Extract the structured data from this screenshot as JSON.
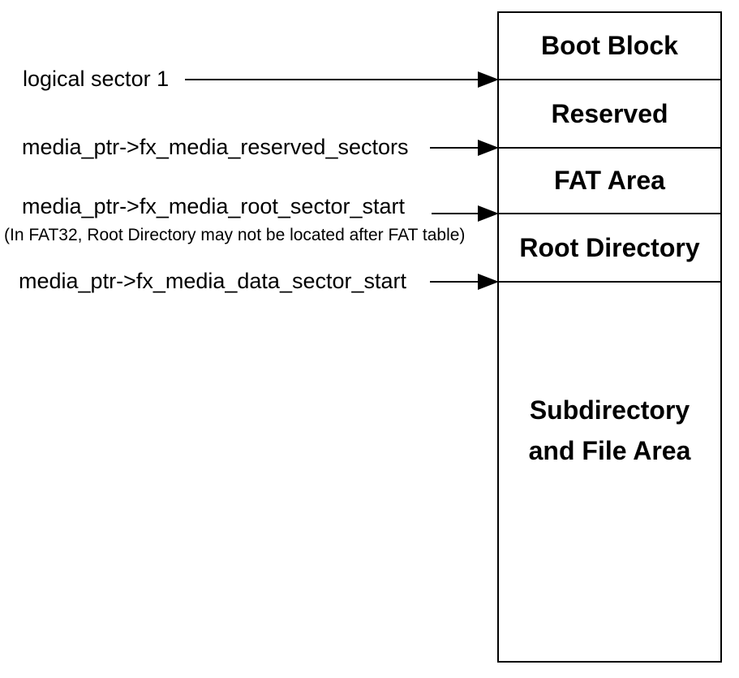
{
  "diagram": {
    "pointers": [
      {
        "label": "logical sector 1"
      },
      {
        "label": "media_ptr->fx_media_reserved_sectors"
      },
      {
        "label": "media_ptr->fx_media_root_sector_start"
      },
      {
        "label": "media_ptr->fx_media_data_sector_start"
      }
    ],
    "note": "(In FAT32, Root Directory may not be located after FAT table)",
    "sections": [
      {
        "label": "Boot Block"
      },
      {
        "label": "Reserved"
      },
      {
        "label": "FAT Area"
      },
      {
        "label": "Root Directory"
      },
      {
        "label_lines": [
          "Subdirectory",
          "and File Area"
        ]
      }
    ],
    "colors": {
      "background": "#ffffff",
      "line": "#000000",
      "text": "#000000"
    }
  }
}
